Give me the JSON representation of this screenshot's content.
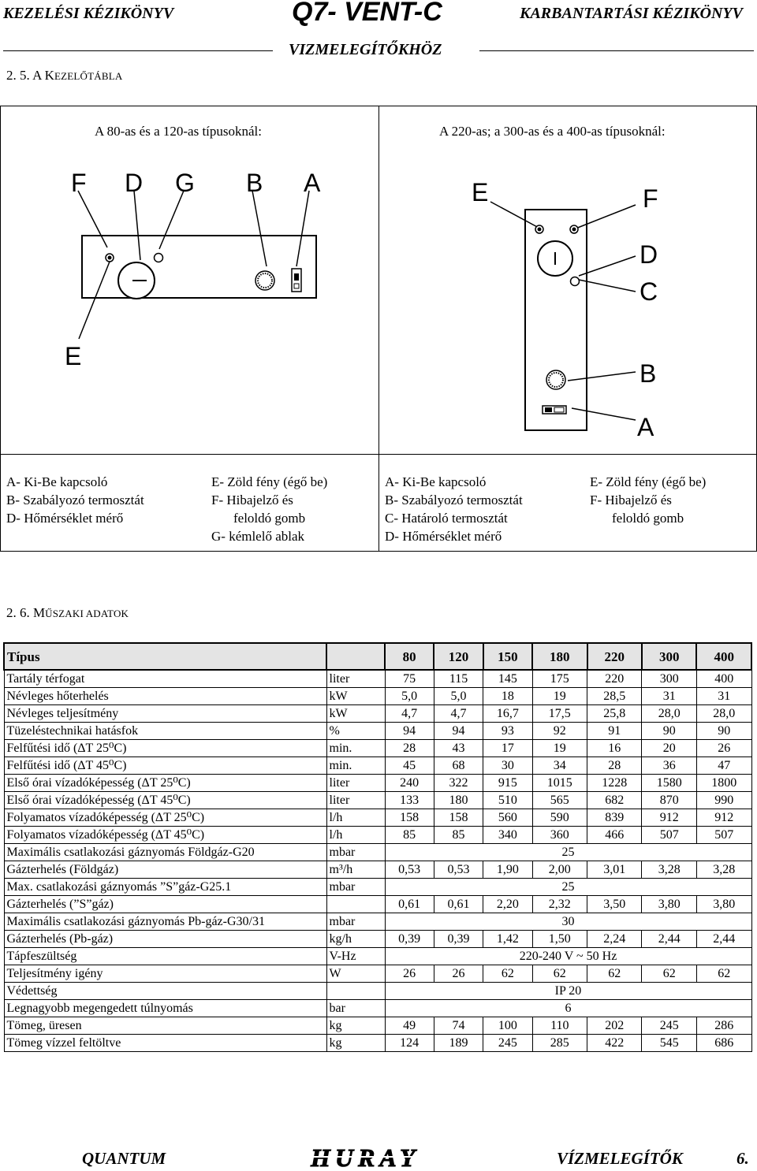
{
  "header": {
    "left": "KEZELÉSI KÉZIKÖNYV",
    "center": "Q7- VENT-C",
    "right": "KARBANTARTÁSI KÉZIKÖNYV",
    "subtitle": "VIZMELEGÍTŐKHÖZ"
  },
  "section1": {
    "number": "2. 5.",
    "title_initial": "A ",
    "title_cap": "K",
    "title_rest": "EZELŐTÁBLA"
  },
  "panels": {
    "left_caption": "A 80-as és a 120-as típusoknál:",
    "right_caption": "A 220-as; a 300-as és a 400-as típusoknál:",
    "left_letters": [
      "F",
      "D",
      "G",
      "B",
      "A",
      "E"
    ],
    "right_letters": [
      "E",
      "F",
      "D",
      "C",
      "B",
      "A"
    ]
  },
  "legend_left": {
    "col1": [
      "A-  Ki-Be kapcsoló",
      "B-  Szabályozó termosztát",
      "D-  Hőmérséklet mérő"
    ],
    "col2": [
      "E- Zöld fény (égő be)",
      "F- Hibajelző és",
      "feloldó gomb",
      "G- kémlelő ablak"
    ]
  },
  "legend_right": {
    "col1": [
      "A-  Ki-Be kapcsoló",
      "B-  Szabályozó termosztát",
      "C-  Határoló termosztát",
      "D-  Hőmérséklet mérő"
    ],
    "col2": [
      "E- Zöld fény (égő be)",
      "F- Hibajelző és",
      "feloldó gomb"
    ]
  },
  "section2": {
    "number": "2. 6.",
    "title_cap": "M",
    "title_rest": "ŰSZAKI ADATOK"
  },
  "table": {
    "head": [
      "Típus",
      "",
      "80",
      "120",
      "150",
      "180",
      "220",
      "300",
      "400"
    ],
    "rows": [
      {
        "name": "Tartály térfogat",
        "unit": "liter",
        "values": [
          "75",
          "115",
          "145",
          "175",
          "220",
          "300",
          "400"
        ]
      },
      {
        "name": "Névleges hőterhelés",
        "unit": "kW",
        "values": [
          "5,0",
          "5,0",
          "18",
          "19",
          "28,5",
          "31",
          "31"
        ]
      },
      {
        "name": "Névleges teljesítmény",
        "unit": "kW",
        "values": [
          "4,7",
          "4,7",
          "16,7",
          "17,5",
          "25,8",
          "28,0",
          "28,0"
        ]
      },
      {
        "name": "Tüzeléstechnikai hatásfok",
        "unit": "%",
        "values": [
          "94",
          "94",
          "93",
          "92",
          "91",
          "90",
          "90"
        ]
      },
      {
        "name": "Felfűtési idő (ΔT 25⁰C)",
        "unit": "min.",
        "values": [
          "28",
          "43",
          "17",
          "19",
          "16",
          "20",
          "26"
        ]
      },
      {
        "name": "Felfűtési idő (ΔT 45⁰C)",
        "unit": "min.",
        "values": [
          "45",
          "68",
          "30",
          "34",
          "28",
          "36",
          "47"
        ]
      },
      {
        "name": "Első órai vízadóképesség (ΔT 25⁰C)",
        "unit": "liter",
        "values": [
          "240",
          "322",
          "915",
          "1015",
          "1228",
          "1580",
          "1800"
        ]
      },
      {
        "name": "Első órai vízadóképesség (ΔT 45⁰C)",
        "unit": "liter",
        "values": [
          "133",
          "180",
          "510",
          "565",
          "682",
          "870",
          "990"
        ]
      },
      {
        "name": "Folyamatos vízadóképesség (ΔT 25⁰C)",
        "unit": "l/h",
        "values": [
          "158",
          "158",
          "560",
          "590",
          "839",
          "912",
          "912"
        ]
      },
      {
        "name": "Folyamatos vízadóképesség (ΔT 45⁰C)",
        "unit": "l/h",
        "values": [
          "85",
          "85",
          "340",
          "360",
          "466",
          "507",
          "507"
        ]
      },
      {
        "name": "Maximális csatlakozási gáznyomás Földgáz-G20",
        "unit": "mbar",
        "span": "25"
      },
      {
        "name": "Gázterhelés (Földgáz)",
        "unit": "m³/h",
        "values": [
          "0,53",
          "0,53",
          "1,90",
          "2,00",
          "3,01",
          "3,28",
          "3,28"
        ]
      },
      {
        "name": "Max. csatlakozási gáznyomás ”S”gáz-G25.1",
        "unit": "mbar",
        "span": "25"
      },
      {
        "name": "Gázterhelés (”S”gáz)",
        "unit": "",
        "values": [
          "0,61",
          "0,61",
          "2,20",
          "2,32",
          "3,50",
          "3,80",
          "3,80"
        ]
      },
      {
        "name": "Maximális csatlakozási gáznyomás Pb-gáz-G30/31",
        "unit": "mbar",
        "span": "30"
      },
      {
        "name": "Gázterhelés (Pb-gáz)",
        "unit": "kg/h",
        "values": [
          "0,39",
          "0,39",
          "1,42",
          "1,50",
          "2,24",
          "2,44",
          "2,44"
        ]
      },
      {
        "name": "Tápfeszültség",
        "unit": "V-Hz",
        "span": "220-240 V ~ 50 Hz"
      },
      {
        "name": "Teljesítmény igény",
        "unit": "W",
        "values": [
          "26",
          "26",
          "62",
          "62",
          "62",
          "62",
          "62"
        ]
      },
      {
        "name": "Védettség",
        "unit": "",
        "span": "IP 20"
      },
      {
        "name": "Legnagyobb megengedett túlnyomás",
        "unit": "bar",
        "span": "6"
      },
      {
        "name": "Tömeg, üresen",
        "unit": "kg",
        "values": [
          "49",
          "74",
          "100",
          "110",
          "202",
          "245",
          "286"
        ]
      },
      {
        "name": "Tömeg vízzel feltöltve",
        "unit": "kg",
        "values": [
          "124",
          "189",
          "245",
          "285",
          "422",
          "545",
          "686"
        ]
      }
    ]
  },
  "footer": {
    "left": "QUANTUM",
    "logo_text": "HURAY",
    "right": "VÍZMELEGÍTŐK",
    "page": "6."
  }
}
